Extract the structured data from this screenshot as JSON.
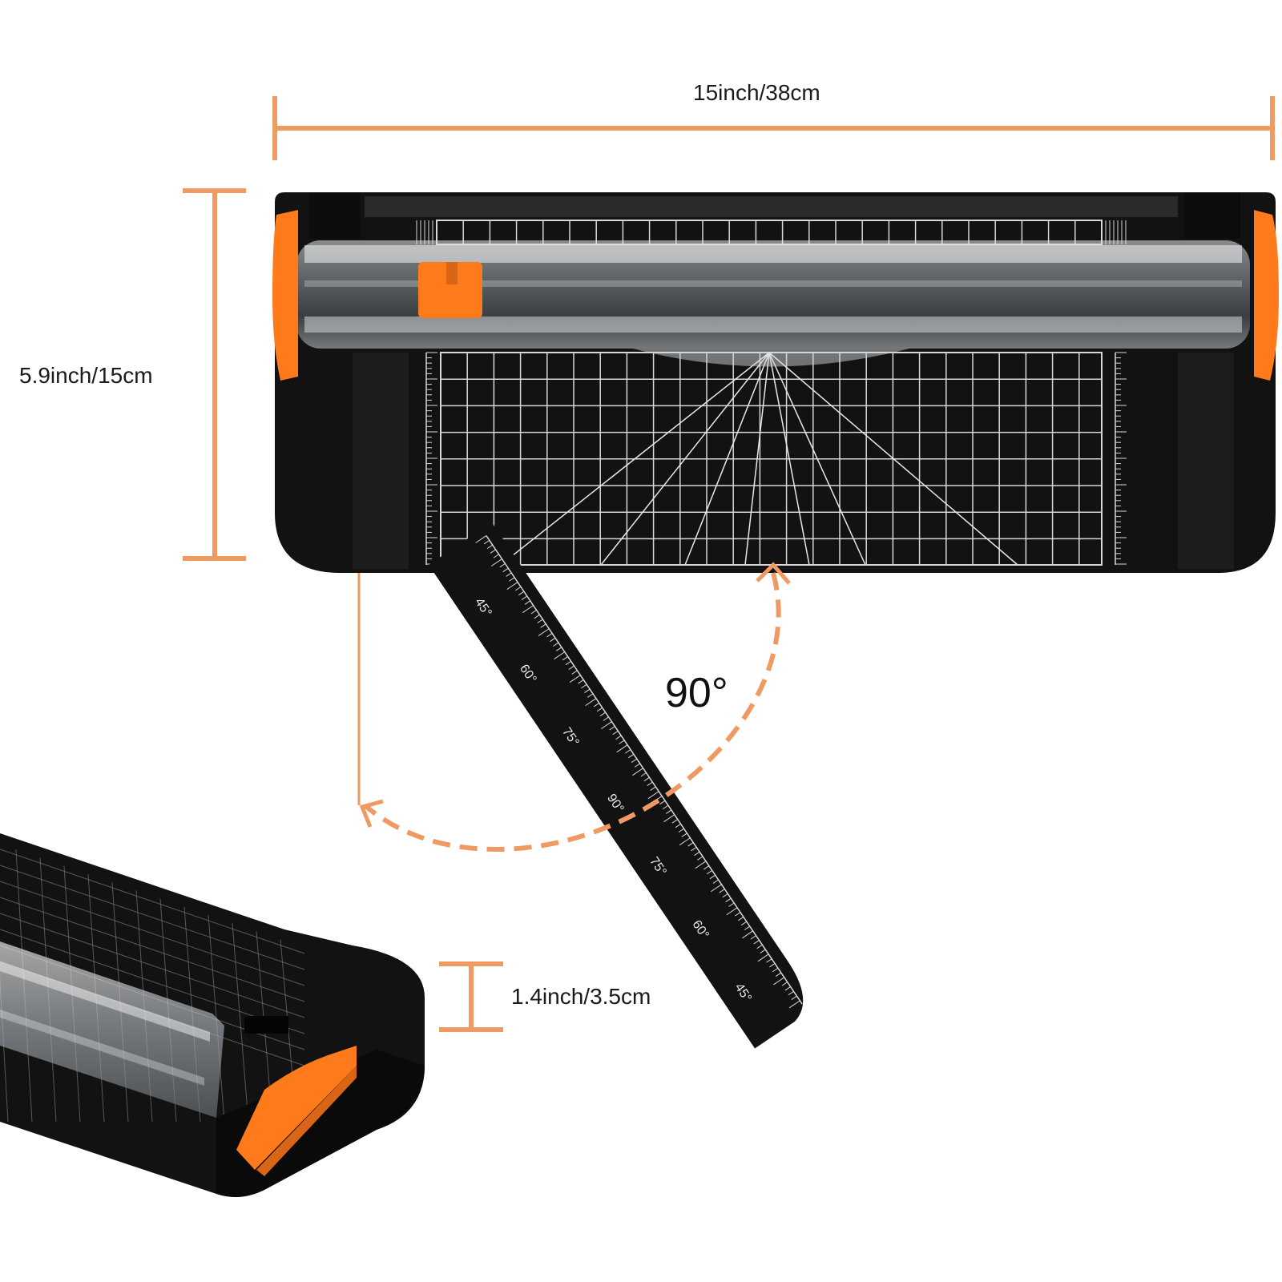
{
  "image": {
    "subject": "paper-cutter-icon",
    "colors": {
      "accent": "#f09a63",
      "body": "#111111",
      "grid": "#d8d8d8",
      "handle": "#ff7a1a",
      "guard": "#bfc4c8"
    }
  },
  "dimensions": {
    "length": "15inch/38cm",
    "width": "5.9inch/15cm",
    "height": "1.4inch/3.5cm"
  },
  "rotation": {
    "angle": "90°"
  },
  "arm_scale": {
    "angles": [
      "45°",
      "60°",
      "75°",
      "90°",
      "75°",
      "60°",
      "45°"
    ]
  }
}
